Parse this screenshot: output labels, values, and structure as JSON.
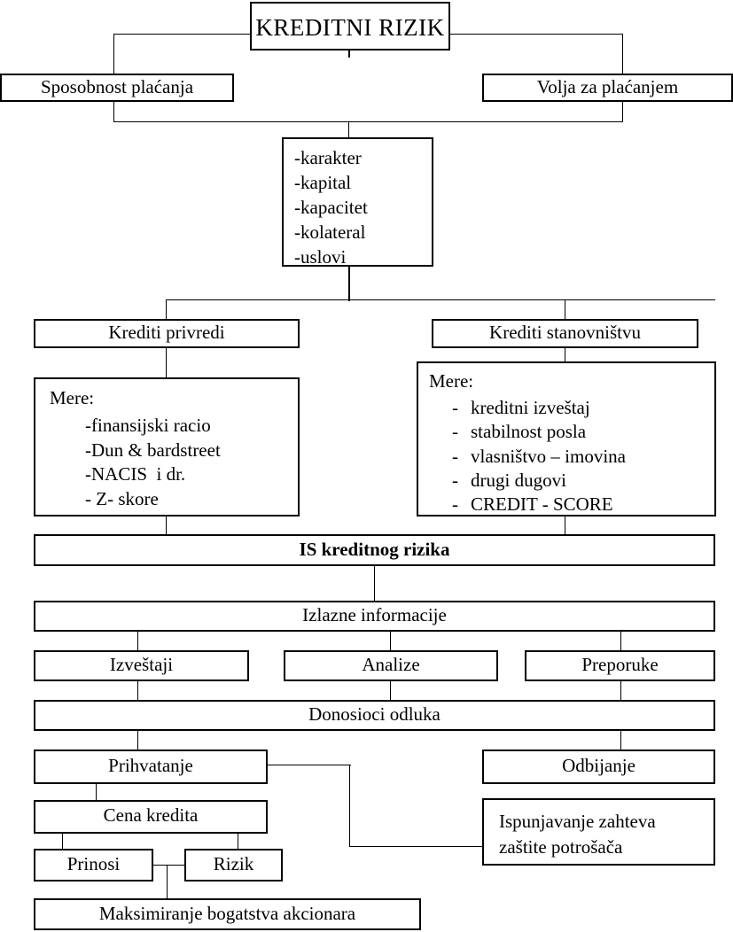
{
  "diagram": {
    "title_box": {
      "label": "KREDITNI RIZIK"
    },
    "level2": {
      "left": "Sposobnost plaćanja",
      "right": "Volja za plaćanjem"
    },
    "five_k_box": {
      "items": [
        "-karakter",
        "-kapital",
        "-kapacitet",
        "-kolateral",
        "-uslovi"
      ]
    },
    "level4": {
      "left": "Krediti privredi",
      "right": "Krediti stanovništvu"
    },
    "mere_left": {
      "heading": "Mere:",
      "items": [
        "-finansijski racio",
        "-Dun & bardstreet",
        "-NACIS  i dr.",
        "- Z- skore"
      ]
    },
    "mere_right": {
      "heading": "Mere:",
      "items": [
        "-\tkreditni izveštaj",
        "-\tstabilnost posla",
        "-\tvlasništvo – imovina",
        "-\tdrugi dugovi",
        "-\tCREDIT - SCORE"
      ]
    },
    "is_box": {
      "label": "IS kreditnog rizika"
    },
    "output_box": {
      "label": "Izlazne informacije"
    },
    "outputs": {
      "reports": "Izveštaji",
      "analyses": "Analize",
      "recommendations": "Preporuke"
    },
    "decision_makers": {
      "label": "Donosioci odluka"
    },
    "decision": {
      "accept": "Prihvatanje",
      "reject": "Odbijanje"
    },
    "consumer_protection": {
      "line1": "Ispunjavanje zahteva",
      "line2": "zaštite potrošača"
    },
    "price": {
      "label": "Cena kredita"
    },
    "price_children": {
      "yield": "Prinosi",
      "risk": "Rizik"
    },
    "final": {
      "label": "Maksimiranje bogatstva akcionara"
    }
  },
  "style": {
    "line_color": "#000000",
    "box_border_color": "#000000",
    "background": "#ffffff"
  }
}
